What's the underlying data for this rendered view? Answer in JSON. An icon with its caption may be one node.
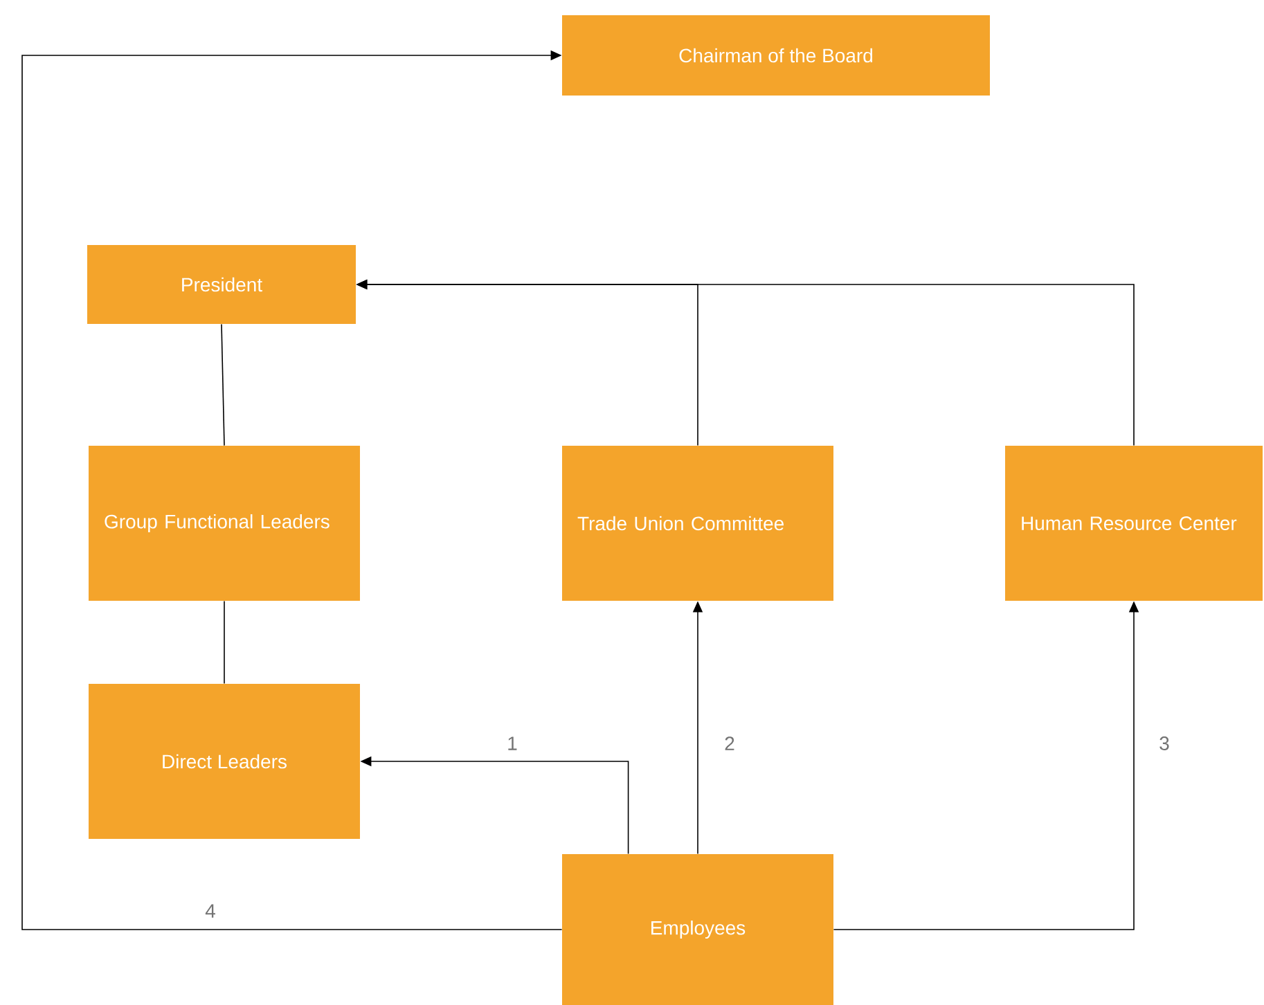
{
  "diagram": {
    "nodes": [
      {
        "text": [
          "Chairman of the Board"
        ]
      },
      {
        "text": [
          "President"
        ]
      },
      {
        "text": [
          "Group Functional Leaders"
        ]
      },
      {
        "text": [
          "Trade Union Committee"
        ]
      },
      {
        "text": [
          "Human Resource Center"
        ]
      },
      {
        "text": [
          "Direct Leaders"
        ]
      },
      {
        "text": [
          "Employees"
        ]
      }
    ],
    "edges": [
      {
        "from": 1,
        "to": 2,
        "arrow": "none"
      },
      {
        "from": 2,
        "to": 5,
        "arrow": "none"
      },
      {
        "from": 3,
        "to": 1,
        "arrow": "to"
      },
      {
        "from": 4,
        "to": 1,
        "arrow": "to"
      },
      {
        "from": 6,
        "to": 5,
        "arrow": "to",
        "label": "1"
      },
      {
        "from": 6,
        "to": 3,
        "arrow": "to",
        "label": "2"
      },
      {
        "from": 6,
        "to": 4,
        "arrow": "to",
        "label": "3"
      },
      {
        "from": 6,
        "to": 0,
        "arrow": "to",
        "label": "4"
      }
    ]
  }
}
